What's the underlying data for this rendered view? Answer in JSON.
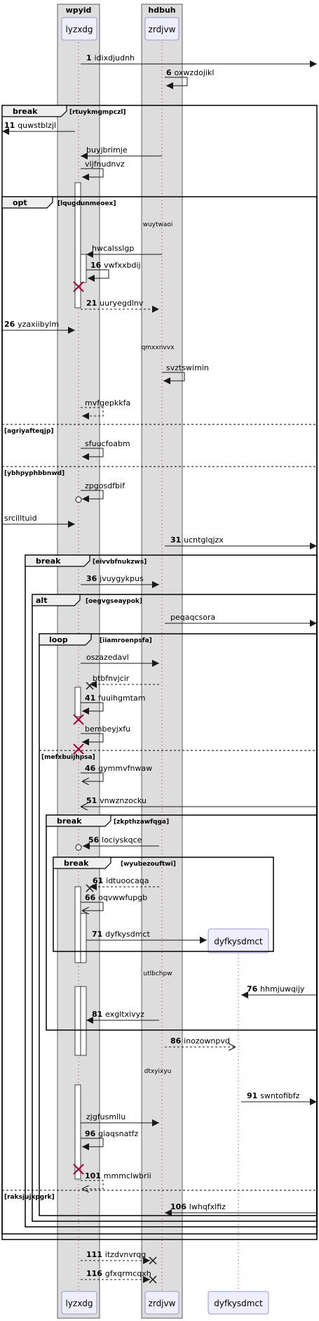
{
  "participants": [
    {
      "id": "p1",
      "group": "wpyid",
      "name": "lyzxdg"
    },
    {
      "id": "p2",
      "group": "hdbuh",
      "name": "zrdjvw"
    },
    {
      "id": "p3",
      "group": "",
      "name": "dyfkysdmct"
    }
  ],
  "frames": [
    {
      "kind": "break",
      "guard": "[rtuykmgmpczl]"
    },
    {
      "kind": "opt",
      "guard": "[lqugdunmeoex]"
    },
    {
      "kind": "break",
      "guard": "[eivvbfnukzws]"
    },
    {
      "kind": "alt",
      "guard": "[oegvgseaypok]"
    },
    {
      "kind": "loop",
      "guard": "[iiamroenpsfa]"
    },
    {
      "kind": "break",
      "guard": "[zkpthzawfqga]"
    },
    {
      "kind": "break",
      "guard": "[wyubezouftwi]"
    }
  ],
  "dividers": [
    "[agriyafteqjp]",
    "[ybhpyphbbnwd]",
    "[mefxbuijhpsa]",
    "[raksjujxpgrk]"
  ],
  "delays": [
    "wuytwaoi",
    "qmxxnvvx",
    "utlbchpw",
    "dtxyixyu"
  ],
  "messages": [
    {
      "num": "1",
      "text": "idixdjudnh"
    },
    {
      "num": "6",
      "text": "oxwzdojikl"
    },
    {
      "num": "11",
      "text": "quwstblzjl"
    },
    {
      "num": "",
      "text": "buyjbrimje"
    },
    {
      "num": "",
      "text": "vljfnudnvz"
    },
    {
      "num": "",
      "text": "hwcalsslgp"
    },
    {
      "num": "16",
      "text": "vwfxxbdij"
    },
    {
      "num": "21",
      "text": "uuryegdlnv"
    },
    {
      "num": "26",
      "text": "yzaxiibylm"
    },
    {
      "num": "",
      "text": "svztswimin"
    },
    {
      "num": "",
      "text": "mvfgepkkfa"
    },
    {
      "num": "",
      "text": "sfuucfoabm"
    },
    {
      "num": "",
      "text": "zpgosdfbif"
    },
    {
      "num": "",
      "text": "srcilltuid"
    },
    {
      "num": "31",
      "text": "ucntglqjzx"
    },
    {
      "num": "36",
      "text": "jvuygykpus"
    },
    {
      "num": "",
      "text": "peqaqcsora"
    },
    {
      "num": "",
      "text": "oszazedavl"
    },
    {
      "num": "",
      "text": "btbfnvjcir"
    },
    {
      "num": "41",
      "text": "fuuihgmtam"
    },
    {
      "num": "",
      "text": "bembeyjxfu"
    },
    {
      "num": "46",
      "text": "gymmvfnwaw"
    },
    {
      "num": "51",
      "text": "vnwznzocku"
    },
    {
      "num": "56",
      "text": "lociyskqce"
    },
    {
      "num": "61",
      "text": "idtuoocaqa"
    },
    {
      "num": "66",
      "text": "oqvwwfupgb"
    },
    {
      "num": "71",
      "text": "dyfkysdmct"
    },
    {
      "num": "76",
      "text": "hhmjuwqijy"
    },
    {
      "num": "81",
      "text": "exgltxivyz"
    },
    {
      "num": "86",
      "text": "inozownpvd"
    },
    {
      "num": "91",
      "text": "swntofibfz"
    },
    {
      "num": "",
      "text": "zjgfusmllu"
    },
    {
      "num": "96",
      "text": "giaqsnatfz"
    },
    {
      "num": "101",
      "text": "mmmclwbrii"
    },
    {
      "num": "106",
      "text": "lwhqfxlfiz"
    },
    {
      "num": "111",
      "text": "itzdvnvrqg"
    },
    {
      "num": "116",
      "text": "gfxqrmcqxh"
    }
  ]
}
